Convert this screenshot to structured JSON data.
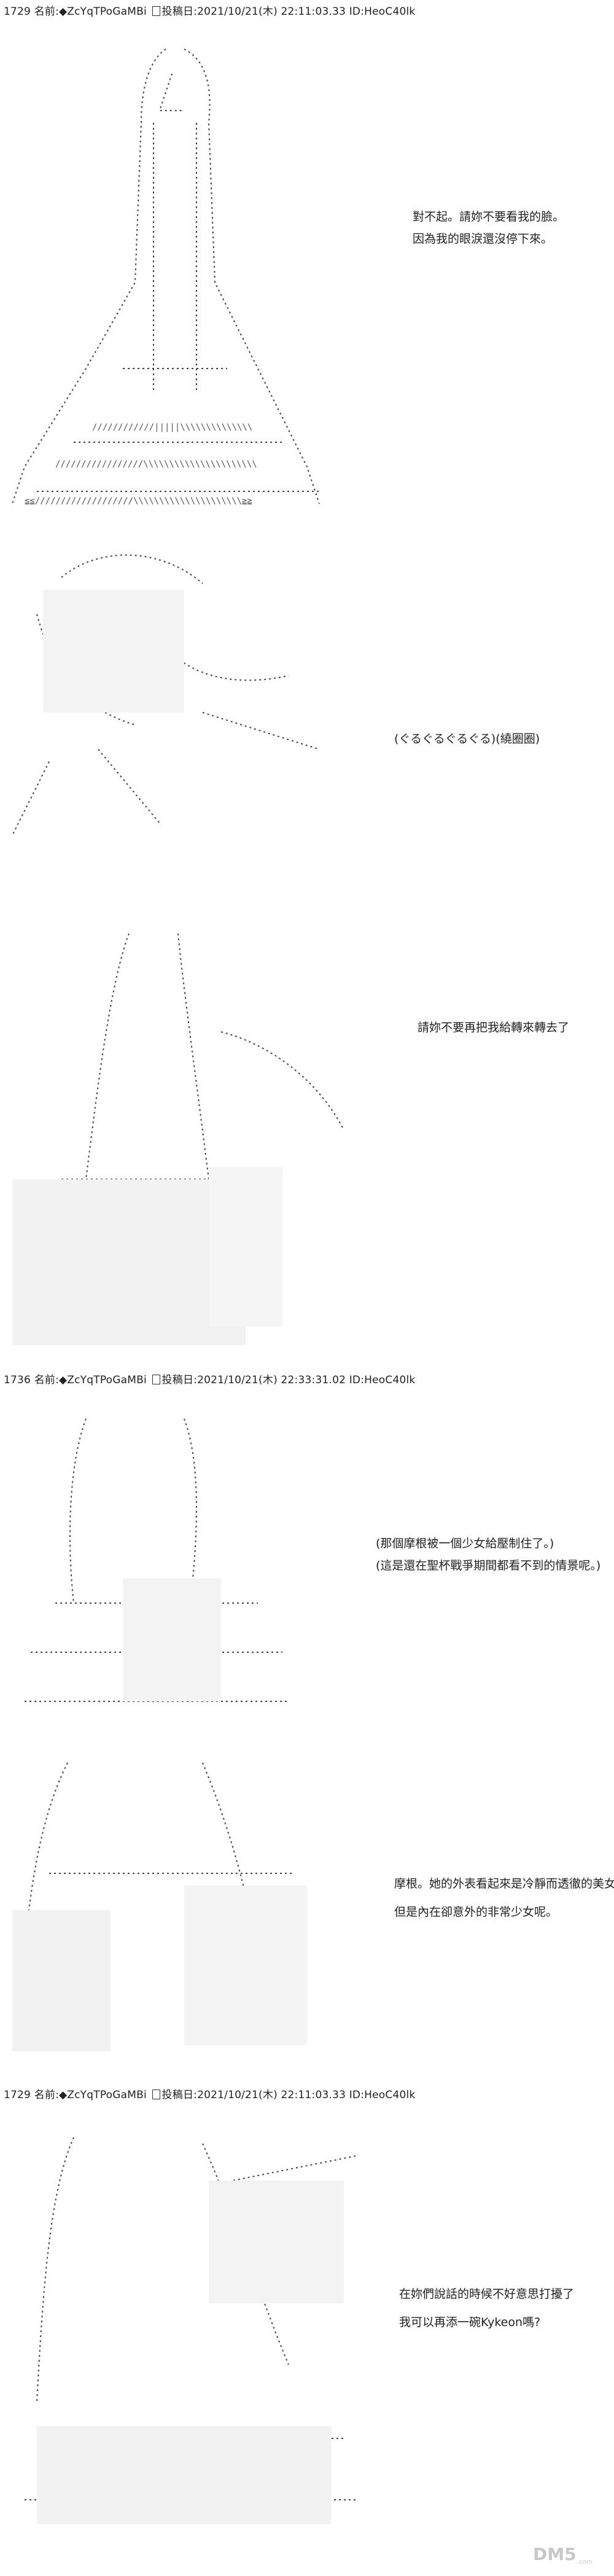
{
  "posts": [
    {
      "header": {
        "num": "1729",
        "label": "名前:",
        "id": "◆ZcYqTPoGaMBi",
        "date": "投稿日:2021/10/21(木) 22:11:03.33 ID:HeoC40lk"
      },
      "lines": [
        "對不起。請妳不要看我的臉。",
        "因為我的眼淚還沒停下來。"
      ]
    },
    {
      "lines": [
        "(ぐるぐるぐるぐる)(繞圈圈)"
      ]
    },
    {
      "lines": [
        "請妳不要再把我給轉來轉去了"
      ]
    },
    {
      "header": {
        "num": "1736",
        "label": "名前:",
        "id": "◆ZcYqTPoGaMBi",
        "date": "投稿日:2021/10/21(木) 22:33:31.02 ID:HeoC40lk"
      },
      "lines": [
        "(那個摩根被一個少女給壓制住了。)",
        "(這是還在聖杯戰爭期間都看不到的情景呢。)"
      ]
    },
    {
      "lines": [
        "摩根。她的外表看起來是冷靜而透徹的美女。",
        "但是內在卻意外的非常少女呢。"
      ]
    },
    {
      "header": {
        "num": "1729",
        "label": "名前:",
        "id": "◆ZcYqTPoGaMBi",
        "date": "投稿日:2021/10/21(木) 22:11:03.33 ID:HeoC40lk"
      },
      "lines": [
        "在妳們說話的時候不好意思打擾了",
        "我可以再添一碗Kykeon嗎?"
      ]
    }
  ],
  "watermark": {
    "text": "DM5",
    "sub": ".com"
  },
  "icons": [
    "ascii-art-figure",
    "dm5-logo"
  ]
}
